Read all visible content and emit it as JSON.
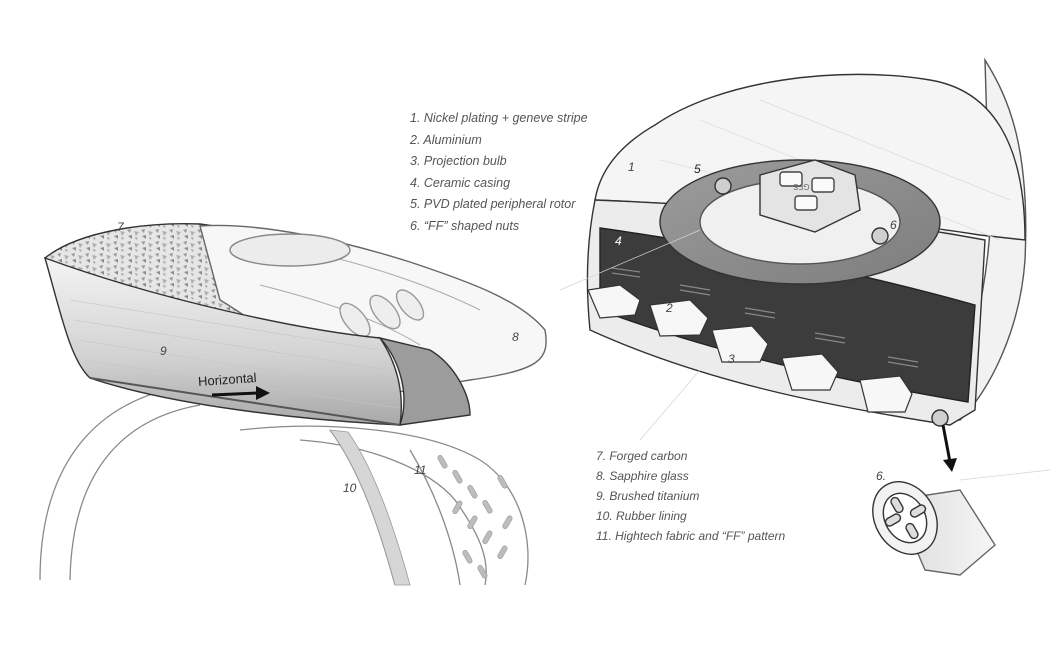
{
  "legend_top": [
    "1. Nickel plating + geneve stripe",
    "2. Aluminium",
    "3. Projection bulb",
    "4. Ceramic casing",
    "5. PVD plated peripheral rotor",
    "6. “FF” shaped nuts"
  ],
  "legend_bottom": [
    "7. Forged carbon",
    "8. Sapphire glass",
    "9. Brushed titanium",
    "10. Rubber lining",
    "11. Hightech fabric and “FF” pattern"
  ],
  "callouts": {
    "c1": "1",
    "c2": "2",
    "c3": "3",
    "c4": "4",
    "c5": "5",
    "c6": "6",
    "c6_detail": "6.",
    "c7": "7",
    "c8": "8",
    "c9": "9",
    "c10": "10",
    "c11": "11"
  },
  "device_logo": "GFS",
  "direction_label": "Horizontal"
}
